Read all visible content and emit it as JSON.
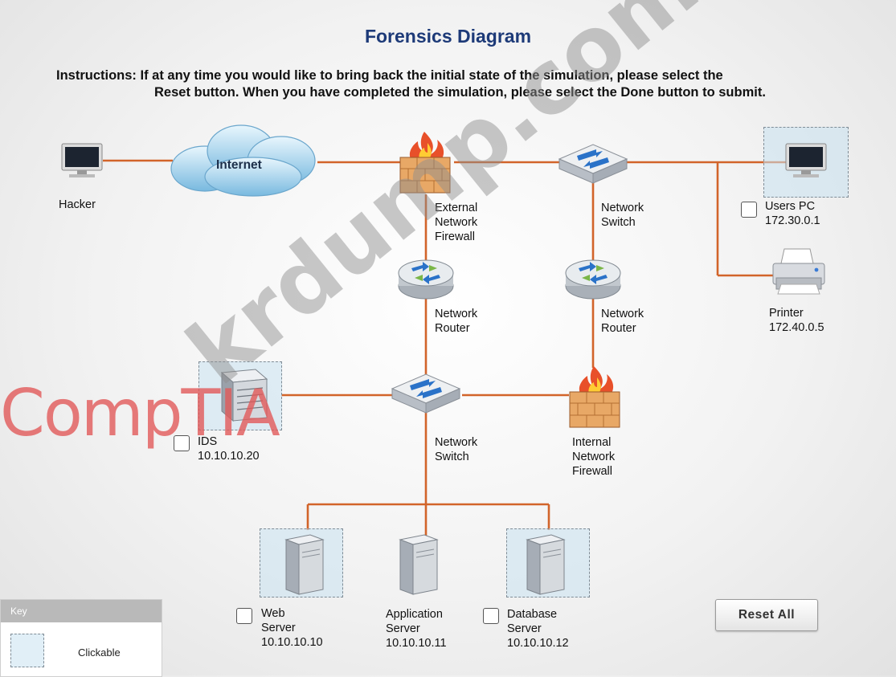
{
  "title": "Forensics Diagram",
  "instructions": {
    "line1": "Instructions: If at any time you would like to bring back the initial state of the simulation, please select the",
    "line2": "Reset button. When you have completed the simulation, please select the Done button to submit."
  },
  "nodes": {
    "internet": "Internet",
    "hacker": "Hacker",
    "external_firewall": [
      "External",
      "Network",
      "Firewall"
    ],
    "network_switch_top": [
      "Network",
      "Switch"
    ],
    "users_pc": [
      "Users PC",
      "172.30.0.1"
    ],
    "printer": [
      "Printer",
      "172.40.0.5"
    ],
    "router_left": [
      "Network",
      "Router"
    ],
    "router_right": [
      "Network",
      "Router"
    ],
    "ids": [
      "IDS",
      "10.10.10.20"
    ],
    "network_switch_core": [
      "Network",
      "Switch"
    ],
    "internal_firewall": [
      "Internal",
      "Network",
      "Firewall"
    ],
    "web_server": [
      "Web",
      "Server",
      "10.10.10.10"
    ],
    "application_server": [
      "Application",
      "Server",
      "10.10.10.11"
    ],
    "database_server": [
      "Database",
      "Server",
      "10.10.10.12"
    ]
  },
  "key": {
    "header": "Key",
    "clickable_label": "Clickable"
  },
  "buttons": {
    "reset_all": "Reset All"
  },
  "watermarks": {
    "comptia": "CompTIA",
    "krdump": "krdump.com"
  },
  "colors": {
    "title": "#1d3a78",
    "link_line": "#d2642a",
    "clickable_fill": "#c8e1f0"
  },
  "icons": [
    "monitor-icon",
    "cloud-icon",
    "firewall-icon",
    "switch-icon",
    "router-icon",
    "printer-icon",
    "server-icon"
  ]
}
